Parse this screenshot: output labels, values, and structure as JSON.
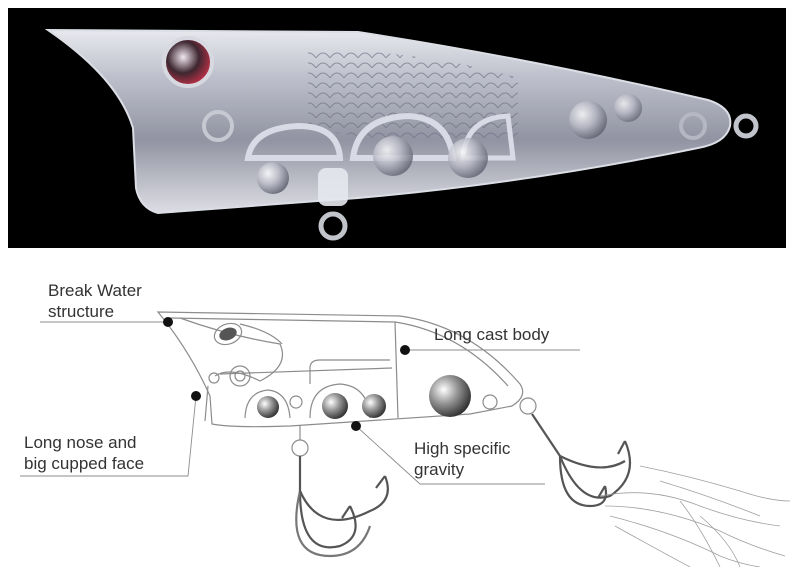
{
  "callouts": {
    "break_water": {
      "line1": "Break Water",
      "line2": "structure"
    },
    "long_cast": {
      "line1": "Long cast body"
    },
    "long_nose": {
      "line1": "Long nose and",
      "line2": "big cupped face"
    },
    "high_gravity": {
      "line1": "High specific",
      "line2": "gravity"
    }
  },
  "colors": {
    "photo_background": "#000000",
    "diagram_background": "#ffffff",
    "outline": "#8c8c8c",
    "label_text": "#333333",
    "dot": "#111111"
  }
}
